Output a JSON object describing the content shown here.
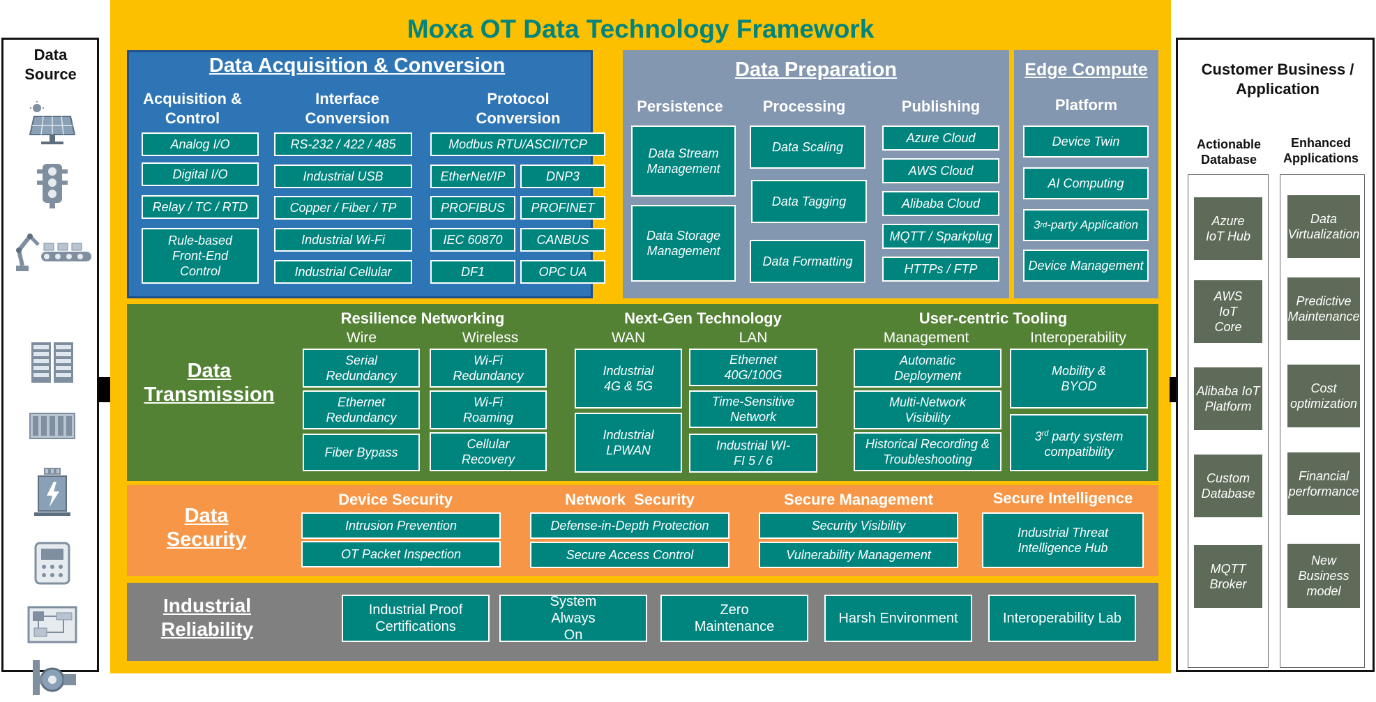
{
  "title": "Moxa OT Data Technology Framework",
  "data_source": {
    "title": "Data Source"
  },
  "customer": {
    "title": "Customer Business / Application",
    "actionable_database": {
      "title": "Actionable Database",
      "items": [
        "Azure IoT Hub",
        "AWS IoT Core",
        "Alibaba IoT Platform",
        "Custom Database",
        "MQTT Broker"
      ]
    },
    "enhanced_applications": {
      "title": "Enhanced Applications",
      "items": [
        "Data Virtualization",
        "Predictive Maintenance",
        "Cost optimization",
        "Financial performance",
        "New Business model"
      ]
    }
  },
  "acquisition": {
    "title": "Data Acquisition & Conversion",
    "col1": {
      "title": "Acquisition & Control",
      "items": [
        "Analog I/O",
        "Digital I/O",
        "Relay / TC / RTD",
        "Rule-based Front-End Control"
      ]
    },
    "col2": {
      "title": "Interface Conversion",
      "items": [
        "RS-232 / 422 / 485",
        "Industrial USB",
        "Copper / Fiber / TP",
        "Industrial Wi-Fi",
        "Industrial Cellular"
      ]
    },
    "col3": {
      "title": "Protocol Conversion",
      "items": [
        "Modbus RTU/ASCII/TCP",
        "EtherNet/IP",
        "DNP3",
        "PROFIBUS",
        "PROFINET",
        "IEC 60870",
        "CANBUS",
        "DF1",
        "OPC UA"
      ]
    }
  },
  "preparation": {
    "title": "Data Preparation",
    "persistence": {
      "title": "Persistence",
      "items": [
        "Data Stream Management",
        "Data Storage Management"
      ]
    },
    "processing": {
      "title": "Processing",
      "items": [
        "Data Scaling",
        "Data Tagging",
        "Data Formatting"
      ]
    },
    "publishing": {
      "title": "Publishing",
      "items": [
        "Azure Cloud",
        "AWS Cloud",
        "Alibaba Cloud",
        "MQTT / Sparkplug",
        "HTTPs / FTP"
      ]
    }
  },
  "edge": {
    "title": "Edge Compute",
    "platform": {
      "title": "Platform",
      "items": [
        "Device Twin",
        "AI Computing",
        "3",
        "rd",
        "-party Application",
        "Device Management"
      ]
    }
  },
  "transmission": {
    "title1": "Data",
    "title2": "Transmission",
    "resilience": {
      "title": "Resilience Networking",
      "wire": "Wire",
      "wireless": "Wireless",
      "wire_items": [
        "Serial Redundancy",
        "Ethernet Redundancy",
        "Fiber Bypass"
      ],
      "wireless_items": [
        "Wi-Fi Redundancy",
        "Wi-Fi Roaming",
        "Cellular Recovery"
      ]
    },
    "nextgen": {
      "title": "Next-Gen Technology",
      "wan": "WAN",
      "lan": "LAN",
      "wan_items": [
        "Industrial 4G & 5G",
        "Industrial LPWAN"
      ],
      "lan_items": [
        "Ethernet 40G/100G",
        "Time-Sensitive Network",
        "Industrial WI-FI 5 / 6"
      ]
    },
    "tooling": {
      "title": "User-centric Tooling",
      "management": "Management",
      "interoperability": "Interoperability",
      "management_items": [
        "Automatic Deployment",
        "Multi-Network Visibility",
        "Historical Recording & Troubleshooting"
      ],
      "interop_items": [
        "Mobility & BYOD",
        "3",
        "rd",
        " party system compatibility"
      ]
    }
  },
  "security": {
    "title1": "Data",
    "title2": "Security",
    "device": {
      "title": "Device Security",
      "items": [
        "Intrusion Prevention",
        "OT Packet Inspection"
      ]
    },
    "network": {
      "title": "Network  Security",
      "items": [
        "Defense-in-Depth Protection",
        "Secure Access Control"
      ]
    },
    "management": {
      "title": "Secure Management",
      "items": [
        "Security Visibility",
        "Vulnerability Management"
      ]
    },
    "intelligence": {
      "title": "Secure Intelligence",
      "items": [
        "Industrial Threat Intelligence Hub"
      ]
    }
  },
  "reliability": {
    "title1": "Industrial",
    "title2": "Reliability",
    "items": [
      "Industrial Proof Certifications",
      "System Always On",
      "Zero Maintenance",
      "Harsh Environment",
      "Interoperability Lab"
    ]
  },
  "colors": {
    "frame": "#fcc000",
    "acquisition": "#2e75b6",
    "preparation": "#8497b0",
    "transmission": "#548235",
    "security": "#f79646",
    "reliability": "#808080",
    "teal_box": "#00847e",
    "olive_box": "#5e6b58",
    "title": "#00847e"
  }
}
